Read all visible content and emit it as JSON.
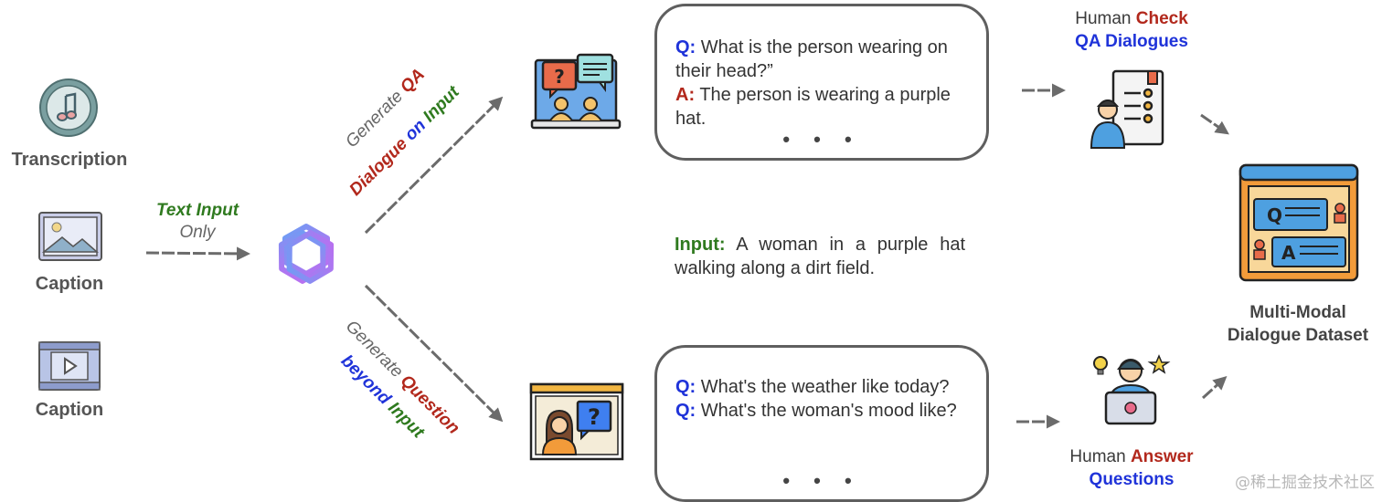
{
  "inputs": {
    "transcription_label": "Transcription",
    "caption1_label": "Caption",
    "caption2_label": "Caption"
  },
  "text_input": {
    "line1": "Text Input",
    "line2": "Only"
  },
  "upper_branch": {
    "generate": "Generate",
    "qa": "QA",
    "dialogue": "Dialogue",
    "on": "on",
    "input": "Input"
  },
  "lower_branch": {
    "generate": "Generate",
    "question": "Question",
    "beyond": "beyond",
    "input": "Input"
  },
  "qa_bubble": {
    "q_label": "Q:",
    "q_text": "What is the person wearing on their head?”",
    "a_label": "A:",
    "a_text": "The person is wearing a purple hat.",
    "ellipsis": "• • •"
  },
  "input_caption": {
    "label": "Input:",
    "text": "A woman in a purple hat walking along a dirt field."
  },
  "q_bubble": {
    "q1_label": "Q:",
    "q1_text": "What's the weather like today?",
    "q2_label": "Q:",
    "q2_text": "What's the woman's mood like?",
    "ellipsis": "• • •"
  },
  "human_check": {
    "human": "Human",
    "check": "Check",
    "line2": "QA Dialogues"
  },
  "human_answer": {
    "human": "Human",
    "answer": "Answer",
    "line2": "Questions"
  },
  "dataset": {
    "line1": "Multi-Modal",
    "line2": "Dialogue Dataset"
  },
  "watermark": "@稀土掘金技术社区",
  "colors": {
    "red": "#b2281c",
    "blue": "#1f33d9",
    "green": "#2f7a1f",
    "arrow": "#6b6b6b"
  }
}
